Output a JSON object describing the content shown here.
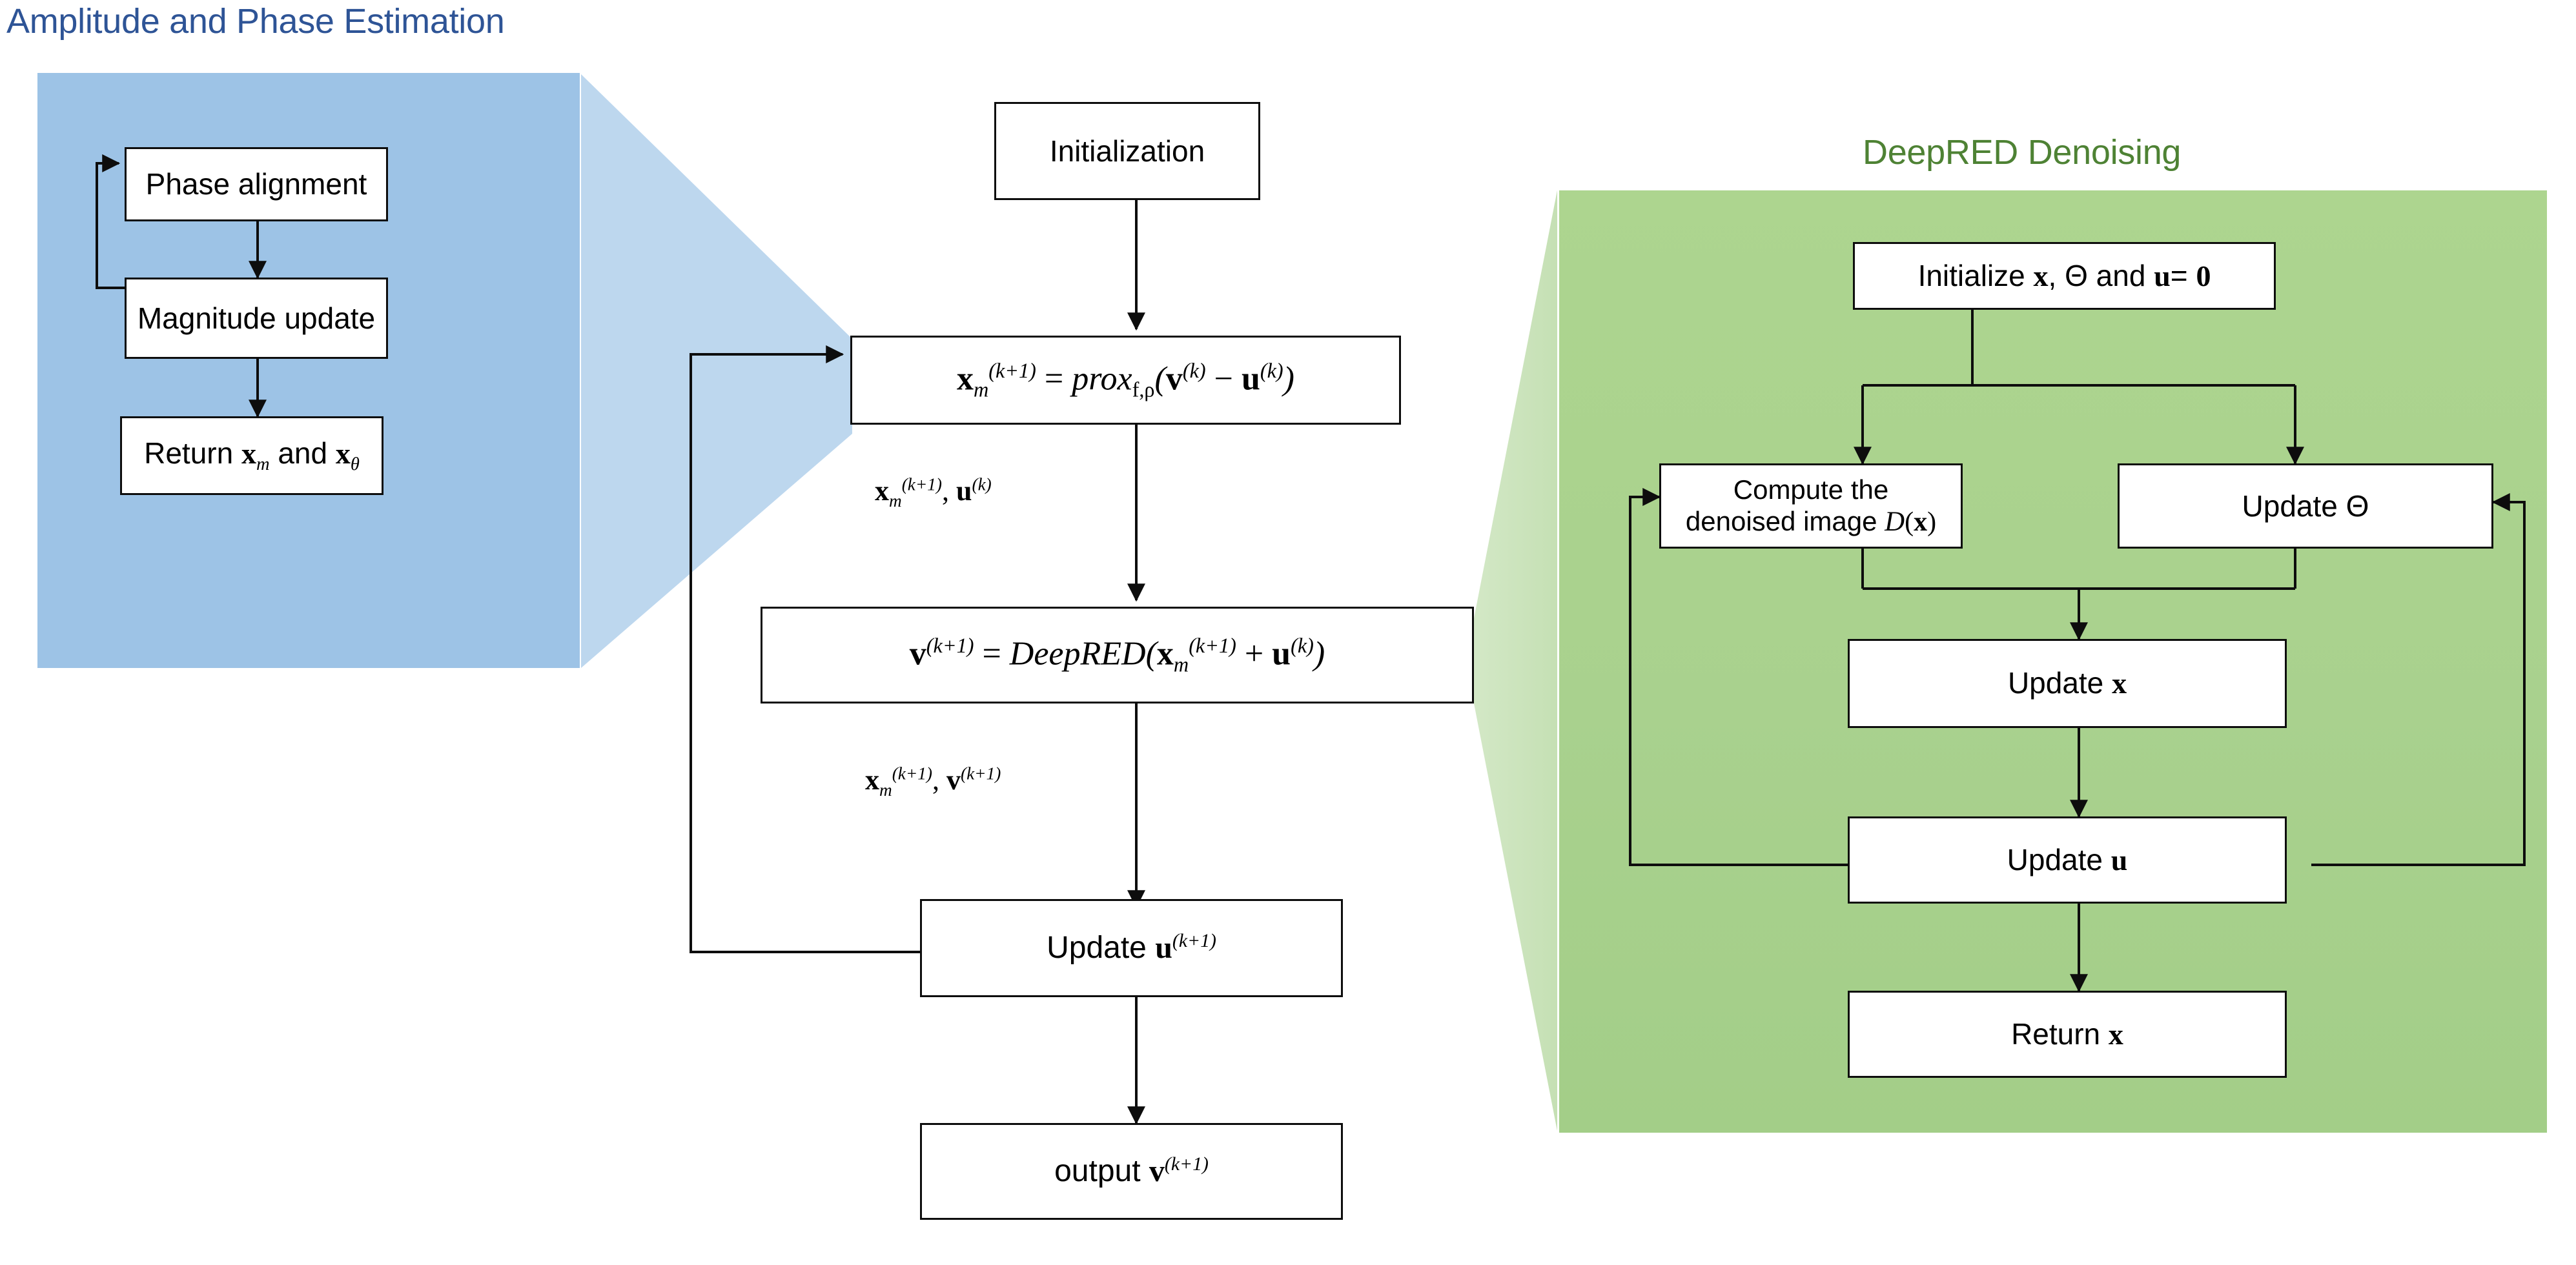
{
  "diagram": {
    "type": "flowchart",
    "panels": [
      {
        "id": "amplitude-phase",
        "title": "Amplitude and Phase Estimation",
        "title_color": "#2E5496",
        "fill_color": "#9DC3E6",
        "wedge_color": "#BDD7EE"
      },
      {
        "id": "deepred-denoising",
        "title": "DeepRED Denoising",
        "title_color": "#4E8234",
        "fill_color": "#A9D18E",
        "wedge_color": "#C5E0B4"
      }
    ]
  },
  "left_panel": {
    "title": "Amplitude and Phase Estimation",
    "nodes": [
      {
        "id": "phase-alignment",
        "label": "Phase alignment"
      },
      {
        "id": "magnitude-update",
        "label": "Magnitude update"
      },
      {
        "id": "return-xm-xtheta",
        "label": "Return x_m and x_θ",
        "parts": {
          "lead": "Return ",
          "var1": "x",
          "sub1": "m",
          "mid": " and ",
          "var2": "x",
          "sub2": "θ"
        }
      }
    ]
  },
  "center_flow": {
    "nodes": [
      {
        "id": "initialization",
        "label": "Initialization"
      },
      {
        "id": "prox-step",
        "label": "x_m^(k+1) = prox_f,ρ(v^(k) − u^(k))",
        "parts": {
          "lhs": "x",
          "lhs_sub": "m",
          "lhs_sup": "(k+1)",
          "eq": "=",
          "fn": "prox",
          "fn_sub": "f,ρ",
          "open": "(",
          "a": "v",
          "a_sup": "(k)",
          "op": "−",
          "b": "u",
          "b_sup": "(k)",
          "close": ")"
        }
      },
      {
        "id": "deepred-step",
        "label": "v^(k+1) = DeepRED(x_m^(k+1) + u^(k))",
        "parts": {
          "lhs": "v",
          "lhs_sup": "(k+1)",
          "eq": "=",
          "fn": "DeepRED",
          "open": "(",
          "a": "x",
          "a_sub": "m",
          "a_sup": "(k+1)",
          "op": "+",
          "b": "u",
          "b_sup": "(k)",
          "close": ")"
        }
      },
      {
        "id": "update-u",
        "label": "Update u^(k+1)",
        "parts": {
          "lead": "Update ",
          "var": "u",
          "sup": "(k+1)"
        }
      },
      {
        "id": "output-v",
        "label": "output v^(k+1)",
        "parts": {
          "lead": "output ",
          "var": "v",
          "sup": "(k+1)"
        }
      }
    ],
    "edge_labels": [
      {
        "id": "edge-label-xm-u",
        "text": "x_m^(k+1), u^(k)",
        "parts": {
          "a": "x",
          "a_sub": "m",
          "a_sup": "(k+1)",
          "comma": ", ",
          "b": "u",
          "b_sup": "(k)"
        }
      },
      {
        "id": "edge-label-xm-v",
        "text": "x_m^(k+1), v^(k+1)",
        "parts": {
          "a": "x",
          "a_sub": "m",
          "a_sup": "(k+1)",
          "comma": ", ",
          "b": "v",
          "b_sup": "(k+1)"
        }
      }
    ]
  },
  "right_panel": {
    "title": "DeepRED Denoising",
    "nodes": [
      {
        "id": "initialize-x-theta-u",
        "label": "Initialize x, Θ and u= 0",
        "parts": {
          "lead": "Initialize ",
          "v1": "x",
          "mid1": ", ",
          "v2": "Θ",
          "mid2": " and ",
          "v3": "u",
          "mid3": "= ",
          "v4": "0"
        }
      },
      {
        "id": "compute-denoised-image",
        "label": "Compute the denoised image D(x)",
        "parts": {
          "line1": "Compute the",
          "line2_lead": "denoised image ",
          "cal": "D",
          "open": "(",
          "v": "x",
          "close": ")"
        }
      },
      {
        "id": "update-theta",
        "label": "Update  Θ",
        "parts": {
          "lead": "Update  ",
          "var": "Θ"
        }
      },
      {
        "id": "update-x",
        "label": "Update x",
        "parts": {
          "lead": "Update ",
          "var": "x"
        }
      },
      {
        "id": "update-u-inner",
        "label": "Update u",
        "parts": {
          "lead": "Update ",
          "var": "u"
        }
      },
      {
        "id": "return-x",
        "label": "Return x",
        "parts": {
          "lead": "Return ",
          "var": "x"
        }
      }
    ]
  },
  "colors": {
    "blue_panel": "#9DC3E6",
    "blue_wedge": "#BDD7EE",
    "green_panel": "#A9D18E",
    "green_wedge": "#C5E0B4",
    "blue_title": "#2E5496",
    "green_title": "#4E8234",
    "stroke": "#0D0D0D",
    "background": "#FFFFFF"
  }
}
